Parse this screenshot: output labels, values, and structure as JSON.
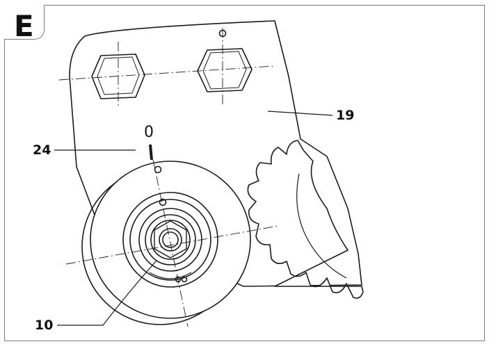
{
  "section": {
    "letter": "E"
  },
  "callouts": {
    "label_19": "19",
    "label_24": "24",
    "label_10": "10"
  },
  "timing_mark": {
    "label": "0"
  },
  "colors": {
    "line": "#1a1a1a",
    "frame": "#7a7a7a",
    "background": "#ffffff"
  }
}
